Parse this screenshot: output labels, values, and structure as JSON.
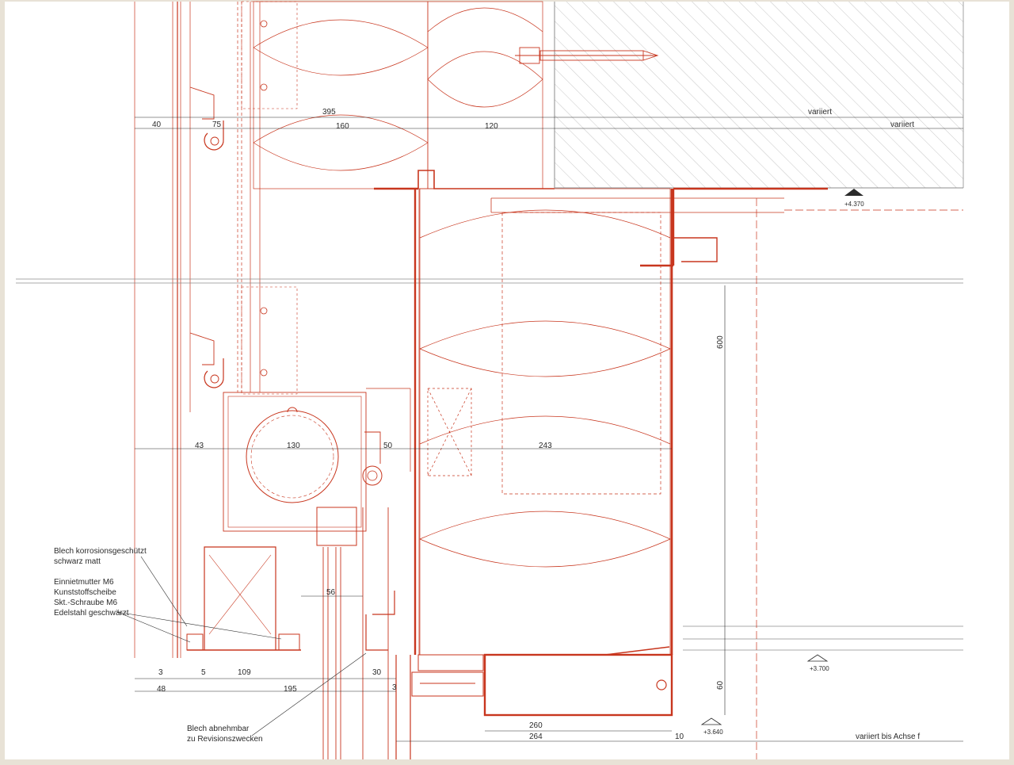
{
  "colors": {
    "paper": "#ffffff",
    "frame": "#e8e2d6",
    "line": "#c8361e",
    "dark": "#2b2b2b",
    "hatch": "#b9b9b9",
    "grey": "#8c8c8c"
  },
  "dimensions": {
    "d395": "395",
    "d40": "40",
    "d75": "75",
    "d160": "160",
    "d120": "120",
    "variiert_1": "variiert",
    "variiert_2": "variiert",
    "d600": "600",
    "d43": "43",
    "d130": "130",
    "d50": "50",
    "d243": "243",
    "d56": "56",
    "d3": "3",
    "d5": "5",
    "d109": "109",
    "d30": "30",
    "d3b": "3",
    "d48": "48",
    "d195": "195",
    "d60": "60",
    "d260": "260",
    "d264": "264",
    "d10": "10",
    "variiert_achse": "variiert bis Achse f"
  },
  "levels": {
    "top": "+4.370",
    "mid": "+3.700",
    "bottom": "+3.640"
  },
  "notes": {
    "blech_1": "Blech korrosionsgeschützt",
    "blech_2": "schwarz matt",
    "niet_1": "Einnietmutter M6",
    "niet_2": "Kunststoffscheibe",
    "niet_3": "Skt.-Schraube M6",
    "niet_4": "Edelstahl geschwärzt",
    "abnehm_1": "Blech abnehmbar",
    "abnehm_2": "zu Revisionszwecken"
  }
}
